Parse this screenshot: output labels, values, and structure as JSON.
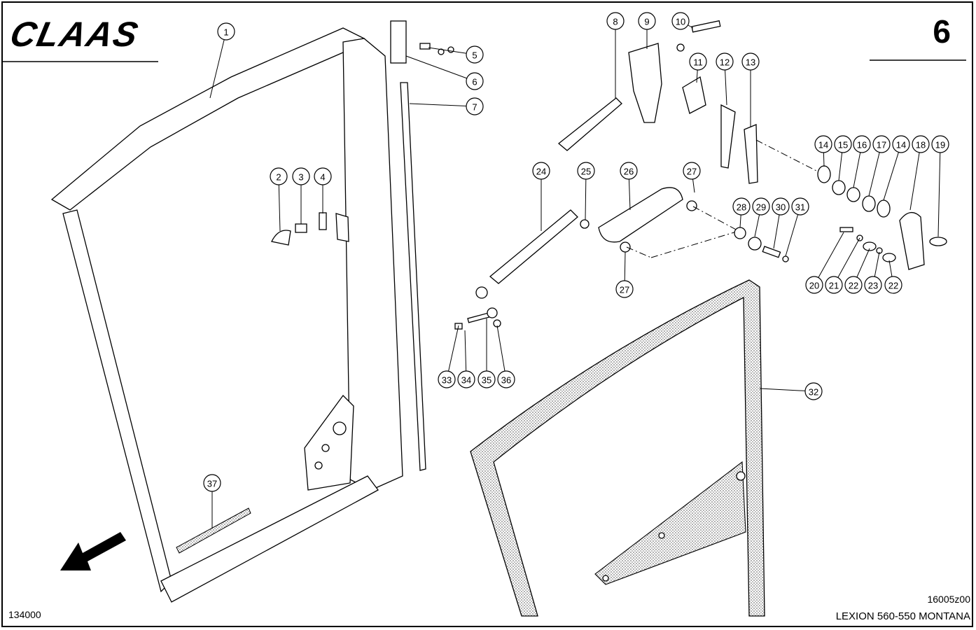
{
  "header": {
    "brand": "CLAAS",
    "sheet_number": "6"
  },
  "footer": {
    "reference": "134000",
    "drawing_number": "16005z00",
    "model": "LEXION 560-550 MONTANA"
  },
  "callouts": [
    "1",
    "2",
    "3",
    "4",
    "5",
    "6",
    "7",
    "8",
    "9",
    "10",
    "11",
    "12",
    "13",
    "14",
    "15",
    "16",
    "17",
    "14",
    "18",
    "19",
    "20",
    "21",
    "22",
    "23",
    "22",
    "24",
    "25",
    "26",
    "27",
    "27",
    "28",
    "29",
    "30",
    "31",
    "32",
    "33",
    "34",
    "35",
    "36",
    "37"
  ]
}
